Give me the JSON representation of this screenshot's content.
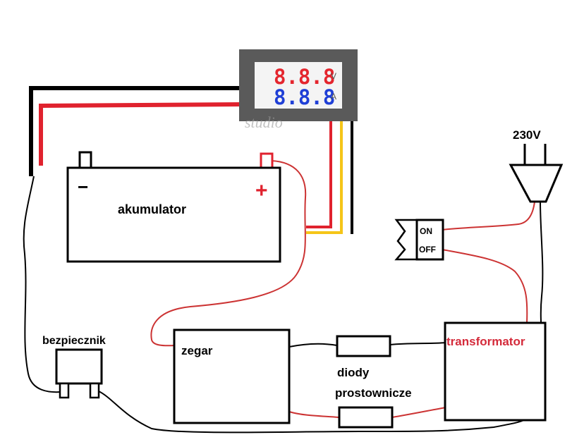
{
  "meter": {
    "voltage_reading": "8.8.8",
    "current_reading": "8.8.8",
    "voltage_unit": "V",
    "current_unit": "A",
    "watermark": "studio"
  },
  "battery": {
    "label": "akumulator",
    "minus": "−",
    "plus": "+"
  },
  "fuse": {
    "label": "bezpiecznik"
  },
  "timer": {
    "label": "zegar"
  },
  "diodes": {
    "label_line1": "diody",
    "label_line2": "prostownicze"
  },
  "transformer": {
    "label": "transformator"
  },
  "plug": {
    "label": "230V"
  },
  "switch": {
    "on_label": "ON",
    "off_label": "OFF"
  },
  "colors": {
    "wire_red": "#e0222e",
    "wire_black": "#000000",
    "wire_yellow": "#f5c518",
    "wire_thin_red": "#cc3333",
    "meter_red_digits": "#e4262e",
    "meter_blue_digits": "#1f3fd6",
    "meter_frame": "#5a5a5a",
    "transformer_text": "#d42a3a"
  }
}
